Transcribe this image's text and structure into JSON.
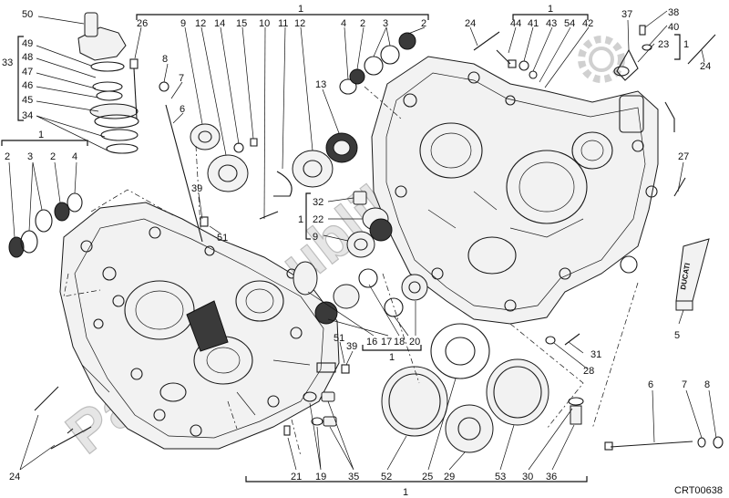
{
  "diagram": {
    "code": "CRT00638",
    "watermark": "Parts Republik",
    "tube_label": "DUCATI",
    "callouts": {
      "c50": "50",
      "c49": "49",
      "c48": "48",
      "c47": "47",
      "c46": "46",
      "c45": "45",
      "c34": "34",
      "c33": "33",
      "c26": "26",
      "c8": "8",
      "c7": "7",
      "c6": "6",
      "c9a": "9",
      "c12a": "12",
      "c14": "14",
      "c15": "15",
      "c10": "10",
      "c11": "11",
      "c12b": "12",
      "c4a": "4",
      "c2a": "2",
      "c3a": "3",
      "c2b": "2",
      "c1top": "1",
      "c24a": "24",
      "c44": "44",
      "c41": "41",
      "c43": "43",
      "c54": "54",
      "c42": "42",
      "c1right": "1",
      "c37": "37",
      "c38": "38",
      "c40": "40",
      "c23": "23",
      "c1bracket": "1",
      "c24b": "24",
      "c1left": "1",
      "c2c": "2",
      "c3b": "3",
      "c2d": "2",
      "c4b": "4",
      "c13": "13",
      "c39a": "39",
      "c51a": "51",
      "c32": "32",
      "c22": "22",
      "c1mid": "1",
      "c9b": "9",
      "c27": "27",
      "c5": "5",
      "c16": "16",
      "c17": "17",
      "c18": "18",
      "c20": "20",
      "c1small": "1",
      "c51b": "51",
      "c39b": "39",
      "c31": "31",
      "c28": "28",
      "c6b": "6",
      "c7b": "7",
      "c8b": "8",
      "c24c": "24",
      "c21": "21",
      "c19": "19",
      "c35": "35",
      "c52": "52",
      "c25": "25",
      "c29": "29",
      "c53": "53",
      "c30": "30",
      "c36": "36",
      "c1bottom": "1"
    }
  }
}
